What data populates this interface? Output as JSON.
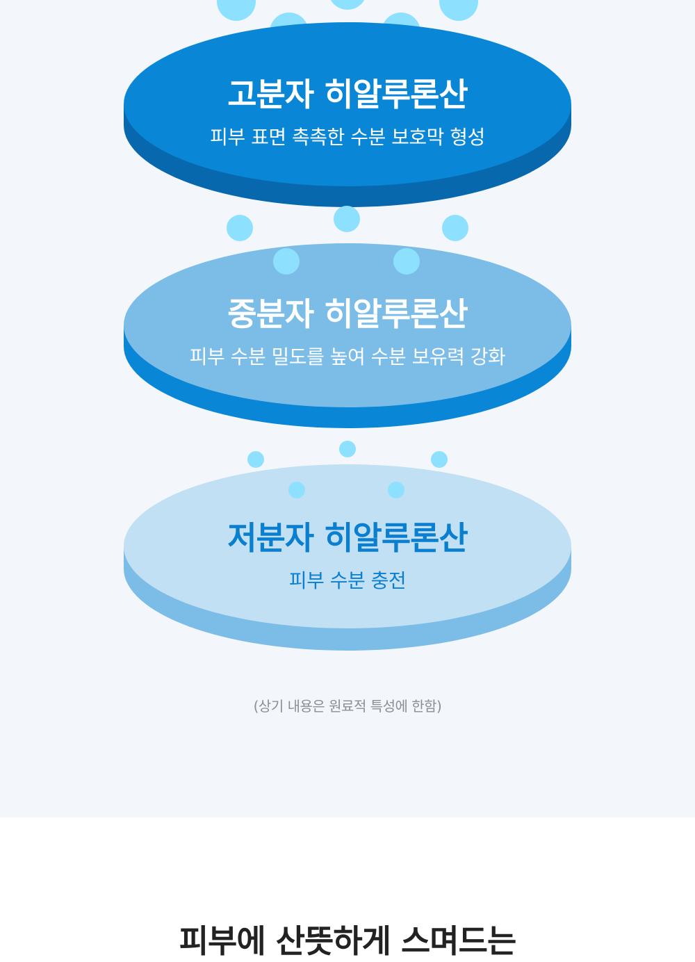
{
  "layers": [
    {
      "title": "고분자 히알루론산",
      "subtitle": "피부 표면 촉촉한 수분 보호막 형성"
    },
    {
      "title": "중분자 히알루론산",
      "subtitle": "피부 수분 밀도를 높여 수분 보유력 강화"
    },
    {
      "title": "저분자 히알루론산",
      "subtitle": "피부 수분 충전"
    }
  ],
  "note": "(상기 내용은 원료적 특성에 한함)",
  "bottom_heading": "피부에 산뜻하게 스며드는",
  "colors": {
    "background_panel": "#f3f7fb",
    "high_top": "#0a86d6",
    "high_side": "#0768ad",
    "mid_top": "#7cbde8",
    "mid_side": "#0a86d6",
    "low_top": "#c2e0f4",
    "low_side": "#7cbde8",
    "bubble": "#8ee0ff",
    "low_text": "#0a7fd0"
  }
}
